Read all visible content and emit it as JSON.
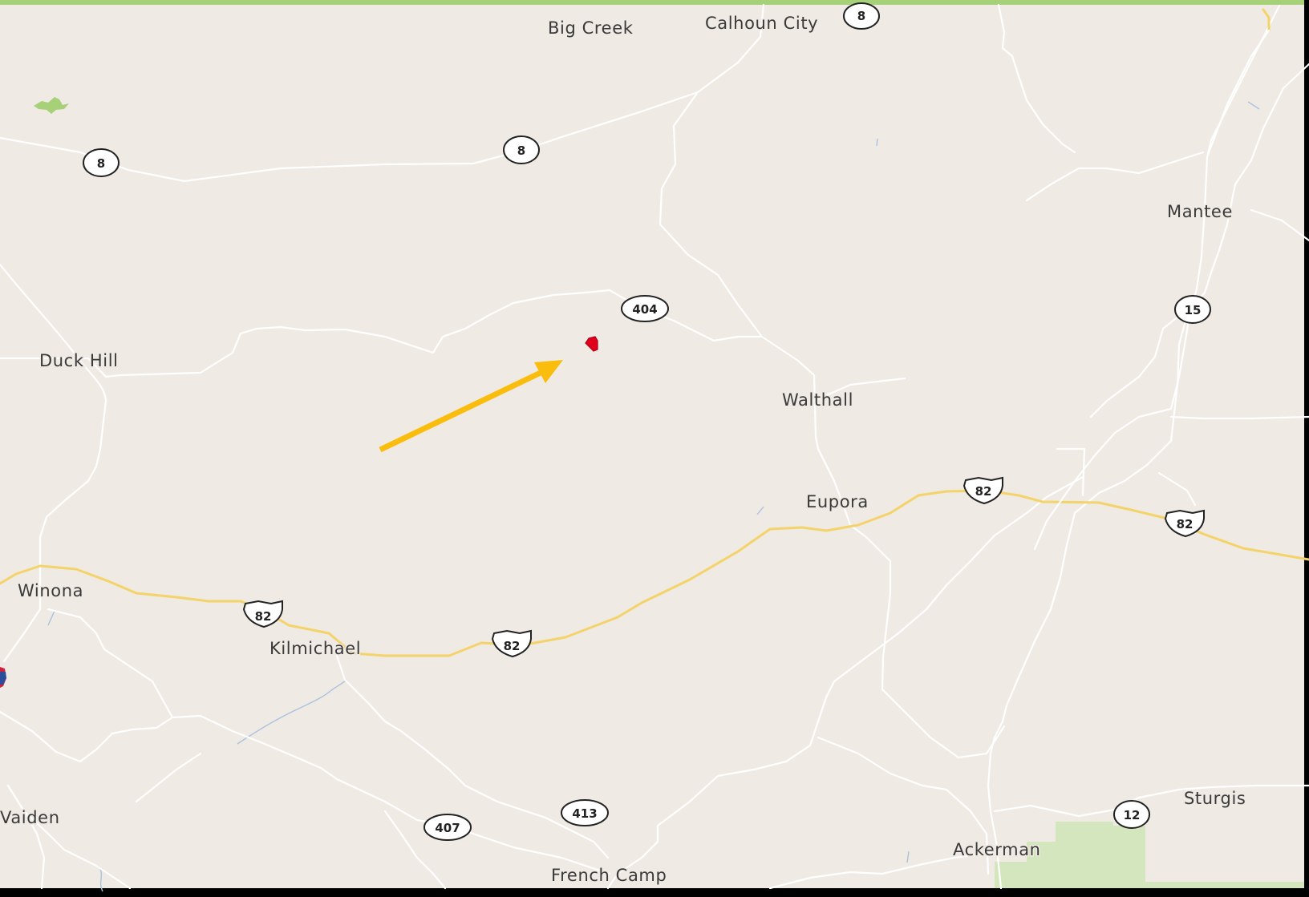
{
  "colors": {
    "land": "#efeae3",
    "frame": "#000000",
    "top_border": "#a6d178",
    "park": "#d4e6be",
    "highway": "#f3d36a",
    "minor_road": "#ffffff",
    "marker": "#e0001b",
    "arrow": "#fbbd0d",
    "water": "#a9c3df"
  },
  "places": [
    {
      "name": "Big Creek"
    },
    {
      "name": "Calhoun City"
    },
    {
      "name": "Mantee"
    },
    {
      "name": "Duck Hill"
    },
    {
      "name": "Walthall"
    },
    {
      "name": "Eupora"
    },
    {
      "name": "Winona"
    },
    {
      "name": "Kilmichael"
    },
    {
      "name": "Vaiden"
    },
    {
      "name": "French Camp"
    },
    {
      "name": "Ackerman"
    },
    {
      "name": "Sturgis"
    }
  ],
  "route_shields": [
    {
      "number": "8",
      "kind": "state"
    },
    {
      "number": "8",
      "kind": "state"
    },
    {
      "number": "8",
      "kind": "state"
    },
    {
      "number": "404",
      "kind": "state"
    },
    {
      "number": "15",
      "kind": "state"
    },
    {
      "number": "82",
      "kind": "us"
    },
    {
      "number": "82",
      "kind": "us"
    },
    {
      "number": "82",
      "kind": "us"
    },
    {
      "number": "82",
      "kind": "us"
    },
    {
      "number": "413",
      "kind": "state"
    },
    {
      "number": "407",
      "kind": "state"
    },
    {
      "number": "12",
      "kind": "state"
    }
  ],
  "icons": {
    "pointer": "arrow-icon",
    "location": "property-marker-icon",
    "interstate": "interstate-shield-icon"
  }
}
